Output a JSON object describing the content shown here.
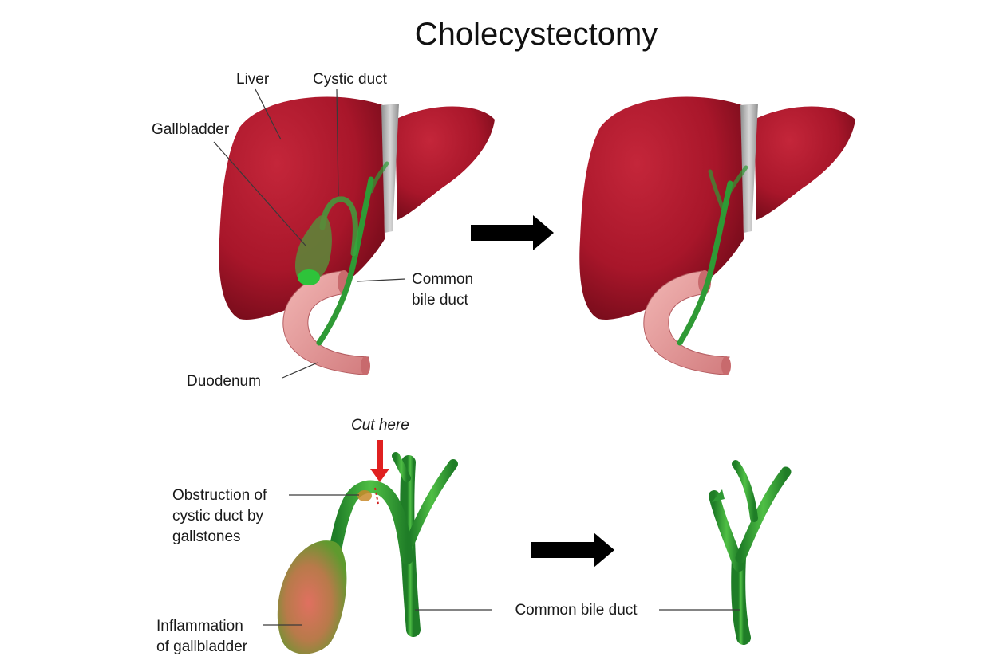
{
  "title": "Cholecystectomy",
  "labels": {
    "liver": "Liver",
    "cystic_duct": "Cystic duct",
    "gallbladder": "Gallbladder",
    "common_bile_duct_top": [
      "Common",
      "bile duct"
    ],
    "duodenum": "Duodenum",
    "cut_here": "Cut here",
    "obstruction": [
      "Obstruction of",
      "cystic duct by",
      "gallstones"
    ],
    "inflammation": [
      "Inflammation",
      "of gallbladder"
    ],
    "common_bile_duct_bottom": "Common bile duct"
  },
  "colors": {
    "liver": "#a8162a",
    "liver_dark": "#7c0c1c",
    "ligament": "#b9b9b9",
    "duodenum": "#e9a1a0",
    "duodenum_dark": "#c86a6d",
    "bile_duct": "#2f9a35",
    "bile_duct_light": "#5cc04e",
    "gallbladder": "#c36a55",
    "arrow": "#000000",
    "cut_arrow": "#e02020"
  }
}
